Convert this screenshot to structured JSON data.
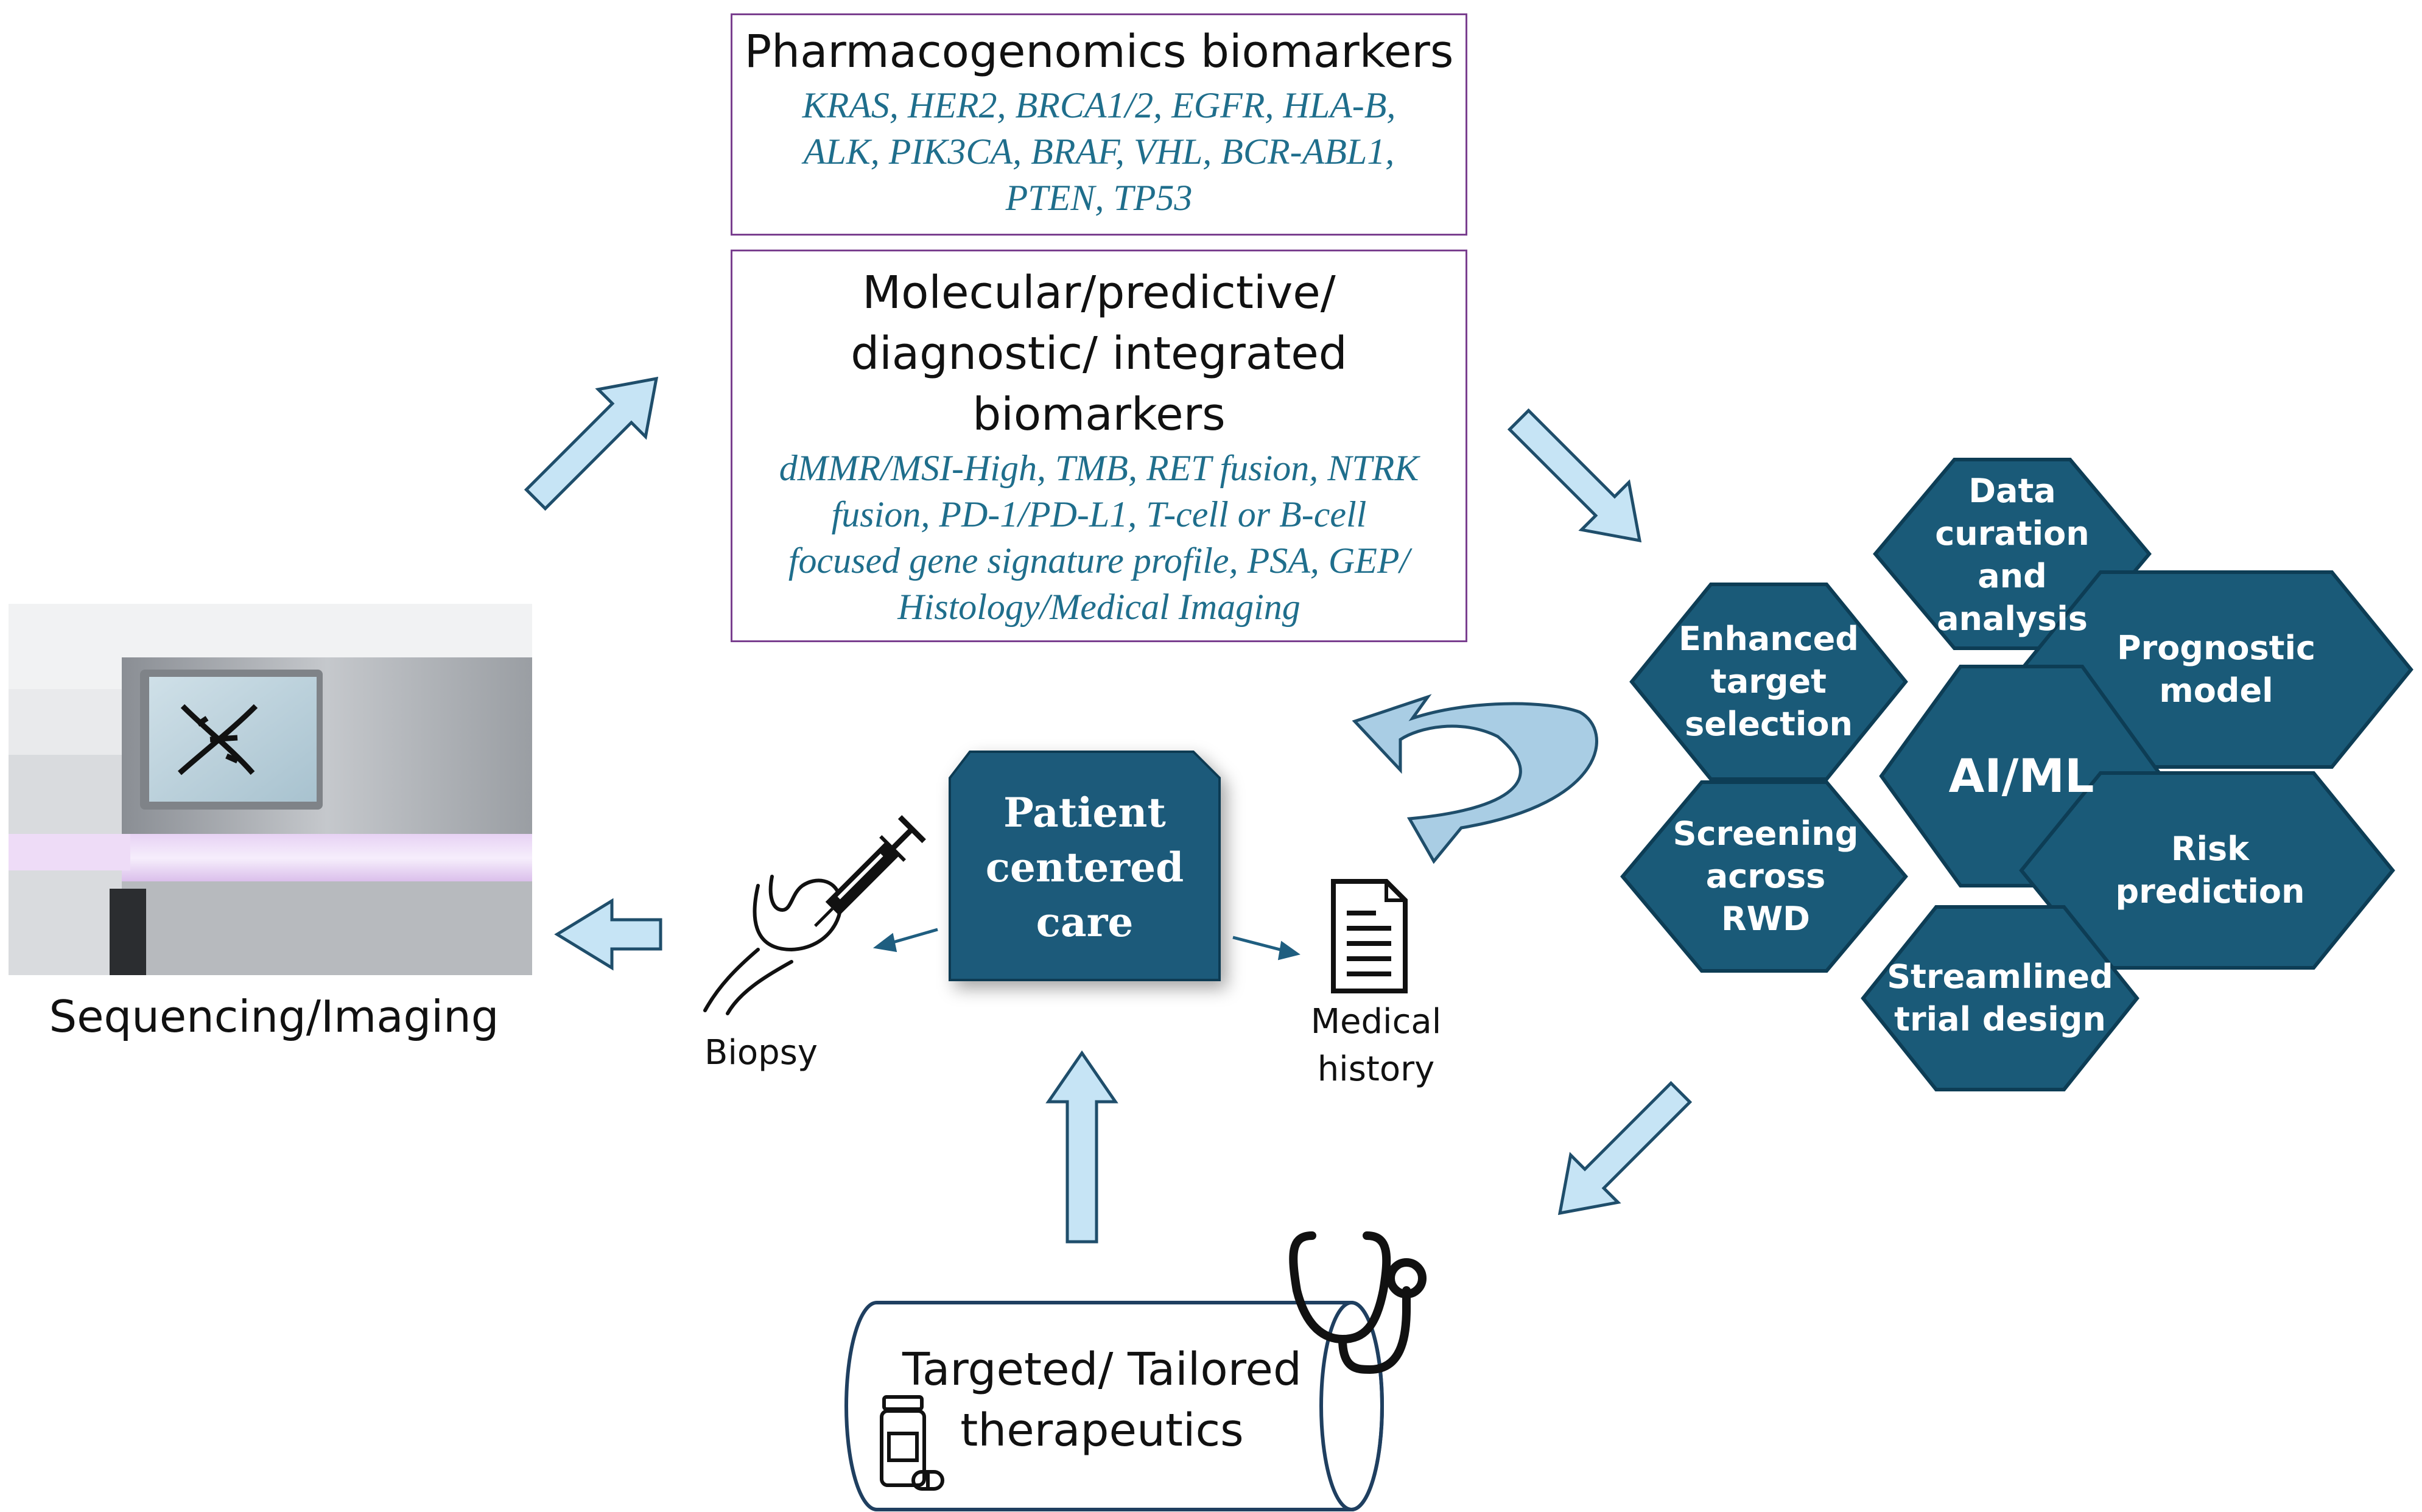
{
  "pharmaco": {
    "title": "Pharmacogenomics biomarkers",
    "items": [
      "KRAS, HER2, BRCA1/2, EGFR, HLA-B,",
      "ALK, PIK3CA, BRAF, VHL, BCR-ABL1,",
      "PTEN, TP53"
    ]
  },
  "molecular": {
    "title_lines": [
      "Molecular/predictive/",
      "diagnostic/ integrated",
      "biomarkers"
    ],
    "items": [
      "dMMR/MSI-High, TMB, RET fusion, NTRK",
      "fusion, PD-1/PD-L1, T-cell or B-cell",
      "focused gene signature profile, PSA, GEP/",
      "Histology/Medical Imaging"
    ]
  },
  "hexagons": {
    "center": "AI/ML",
    "data_curation": [
      "Data",
      "curation",
      "and",
      "analysis"
    ],
    "enhanced_target": [
      "Enhanced",
      "target",
      "selection"
    ],
    "prognostic": [
      "Prognostic",
      "model"
    ],
    "screening": [
      "Screening",
      "across",
      "RWD"
    ],
    "risk": [
      "Risk",
      "prediction"
    ],
    "streamlined": [
      "Streamlined",
      "trial design"
    ]
  },
  "patient": {
    "lines": [
      "Patient",
      "centered",
      "care"
    ]
  },
  "sequencing": {
    "label": "Sequencing/Imaging"
  },
  "biopsy": {
    "label": "Biopsy"
  },
  "medical_history": {
    "lines": [
      "Medical",
      "history"
    ]
  },
  "therapeutics": {
    "lines": [
      "Targeted/ Tailored",
      "therapeutics"
    ]
  },
  "colors": {
    "hex_fill": "#1a5a78",
    "hex_border": "#0d3d55",
    "arrow_fill": "#c6e4f5",
    "arrow_stroke": "#1f4e6b",
    "box_border": "#7a3f8f",
    "list_text": "#1f6e8c",
    "patient_fill": "#1b5a7a"
  },
  "icons": [
    "dna-icon",
    "syringe-icon",
    "stomach-icon",
    "document-icon",
    "stethoscope-icon",
    "pill-bottle-icon",
    "capsule-icon"
  ]
}
